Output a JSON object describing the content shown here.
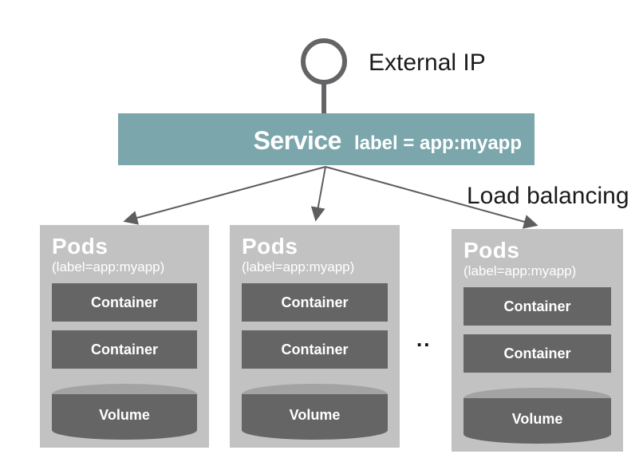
{
  "diagram": {
    "external_ip_label": "External IP",
    "load_balancing_label": "Load balancing",
    "ellipsis": "..",
    "service": {
      "title": "Service",
      "selector": "label = app:myapp"
    },
    "pods": [
      {
        "title": "Pods",
        "selector": "(label=app:myapp)",
        "containers": [
          "Container",
          "Container"
        ],
        "volume_label": "Volume"
      },
      {
        "title": "Pods",
        "selector": "(label=app:myapp)",
        "containers": [
          "Container",
          "Container"
        ],
        "volume_label": "Volume"
      },
      {
        "title": "Pods",
        "selector": "(label=app:myapp)",
        "containers": [
          "Container",
          "Container"
        ],
        "volume_label": "Volume"
      }
    ],
    "colors": {
      "service_fill": "#7BA6AC",
      "pod_fill": "#C2C2C2",
      "container_fill": "#656565",
      "volume_top_fill": "#A3A3A3",
      "line_gray": "#5E5E60",
      "text_light": "#FFFFFF",
      "text_dark": "#1B1B1D"
    }
  }
}
